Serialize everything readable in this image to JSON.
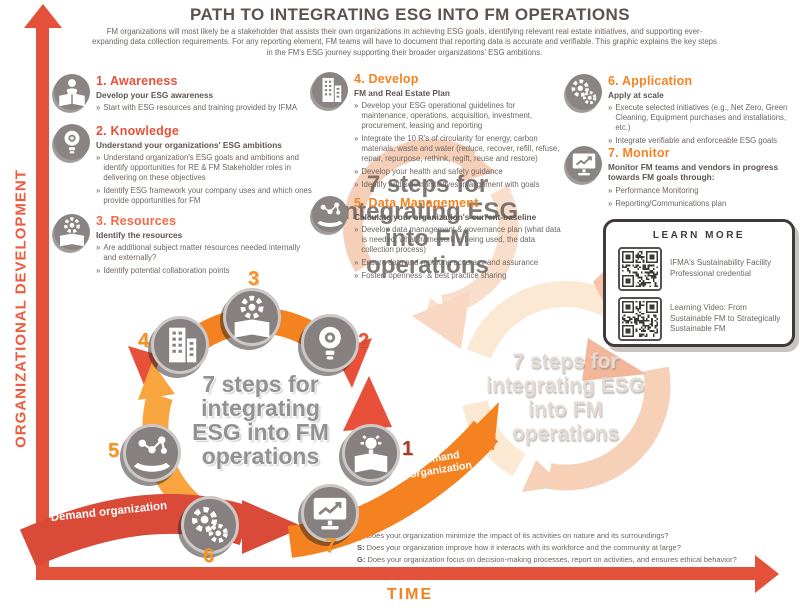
{
  "header": {
    "title": "PATH TO INTEGRATING ESG INTO FM OPERATIONS",
    "intro": "FM organizations will most likely be a stakeholder that assists their own organizations in achieving ESG goals, identifying relevant real estate initiatives, and supporting ever-expanding data collection requirements. For any reporting element, FM teams will have to document that reporting data is accurate and verifiable. This graphic explains the key steps in the FM's ESG journey supporting their broader organizations' ESG ambitions."
  },
  "axes": {
    "y_label": "ORGANIZATIONAL DEVELOPMENT",
    "x_label": "TIME"
  },
  "steps": [
    {
      "number": "1.",
      "title": "Awareness",
      "color": "#e8503a",
      "icon": "person-reading-icon",
      "subtitle": "Develop your ESG awareness",
      "bullets": [
        "Start with ESG resources and training provided by IFMA"
      ]
    },
    {
      "number": "2.",
      "title": "Knowledge",
      "color": "#e8503a",
      "icon": "lightbulb-gear-icon",
      "subtitle": "Understand your organizations' ESG ambitions",
      "bullets": [
        "Understand organization's ESG goals and ambitions and identify opportunities for RE & FM Stakeholder roles in delivering on these objectives",
        "Identify ESG framework your company uses and which ones provide opportunities for FM"
      ]
    },
    {
      "number": "3.",
      "title": "Resources",
      "color": "#f26949",
      "icon": "gear-book-icon",
      "subtitle": "Identify the resources",
      "bullets": [
        "Are additional subject matter resources needed internally and externally?",
        "Identify potential collaboration points"
      ]
    },
    {
      "number": "4.",
      "title": "Develop",
      "color": "#f58220",
      "icon": "building-icon",
      "subtitle": "FM and Real Estate Plan",
      "bullets": [
        "Develop your ESG operational guidelines for maintenance, operations, acquisition, investment, procurement, leasing and reporting",
        "Integrate the 10 R's of circularity for energy, carbon materials, waste and water (reduce, recover, refill, refuse, repair, repurpose, rethink, regift, reuse and restore)",
        "Develop your health and safety guidance",
        "Identify and select initiatives in alignment with goals"
      ]
    },
    {
      "number": "5.",
      "title": "Data Management",
      "color": "#f58220",
      "icon": "hand-network-icon",
      "subtitle": "Calculate your organization's current-baseline",
      "bullets": [
        "Develop data management & governance plan (what data is needed, what framework is being used, the data collection process)",
        "Ensure data and reporting accuracy and assurance",
        "Foster \"openness\" & best practice sharing"
      ]
    },
    {
      "number": "6.",
      "title": "Application",
      "color": "#f58220",
      "icon": "gears-icon",
      "subtitle": "Apply at scale",
      "bullets": [
        "Execute selected initiatives (e.g., Net Zero, Green Cleaning, Equipment purchases and installations, etc.)",
        "Integrate verifiable and enforceable ESG goals"
      ]
    },
    {
      "number": "7.",
      "title": "Monitor",
      "color": "#f58220",
      "icon": "monitor-chart-icon",
      "subtitle": "Monitor FM teams and vendors in progress towards FM goals through:",
      "bullets": [
        "Performance Monitoring",
        "Reporting/Communications plan"
      ]
    }
  ],
  "cycle": {
    "center_text": "7 steps for integrating ESG into FM operations",
    "watermark_top": "7 steps for Integrating ESG into FM operations",
    "watermark_right": "7 steps for integrating ESG into FM operations",
    "numbers": [
      "1",
      "2",
      "3",
      "4",
      "5",
      "6",
      "7"
    ],
    "icons": [
      "open-book-lightbulb-icon",
      "lightbulb-gear-icon",
      "gear-book-icon",
      "building-icon",
      "hand-network-icon",
      "gears-icon",
      "monitor-chart-icon"
    ],
    "demand_label_left": "Demand organization",
    "demand_label_right": "Demand organization"
  },
  "learn_more": {
    "title": "LEARN MORE",
    "items": [
      {
        "icon": "qr-code-icon",
        "text": "IFMA's Sustainability Facility Professional credential"
      },
      {
        "icon": "qr-code-icon",
        "text": "Learning Video: From Sustainable FM to Strategically Sustainable FM"
      }
    ]
  },
  "esg_questions": [
    {
      "letter": "E:",
      "text": "Does your organization minimize the impact of its activities on nature and its surroundings?"
    },
    {
      "letter": "S:",
      "text": "Does your organization improve how it interacts with its workforce and the community at large?"
    },
    {
      "letter": "G:",
      "text": "Does your organization focus on decision-making processes, report on activities, and ensures ethical behavior?"
    }
  ],
  "colors": {
    "axis_red": "#e4513b",
    "accent_red": "#e8503a",
    "accent_orange": "#f58220",
    "accent_yellow": "#f9a53f",
    "circle_gray": "#868080",
    "pale_peach": "#f6cfb8",
    "text_gray": "#6e6662"
  }
}
